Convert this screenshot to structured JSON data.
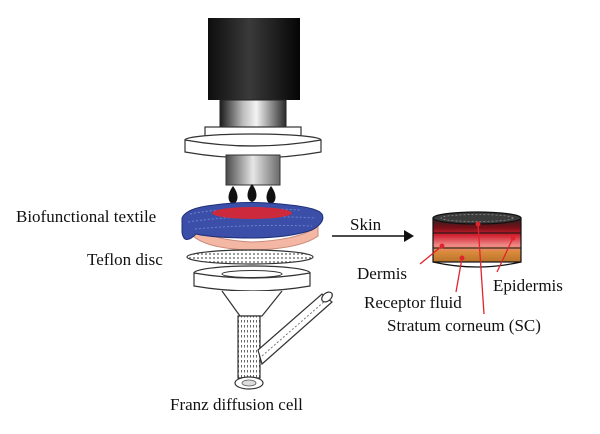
{
  "labels": {
    "textile": "Biofunctional textile",
    "teflon": "Teflon disc",
    "franz": "Franz diffusion cell",
    "skin": "Skin",
    "dermis": "Dermis",
    "epidermis": "Epidermis",
    "receptor": "Receptor fluid",
    "stratum": "Stratum corneum (SC)"
  },
  "colors": {
    "textile_blue": "#3b4fa8",
    "textile_red": "#cc2a3c",
    "skin_pink": "#f4b7a4",
    "stratum_dark": "#2a2a2a",
    "epidermis_red": "#c81e2c",
    "dermis_pink": "#ef7d7d",
    "receptor_orange": "#d68a3a",
    "pointer_red": "#e0242c"
  }
}
